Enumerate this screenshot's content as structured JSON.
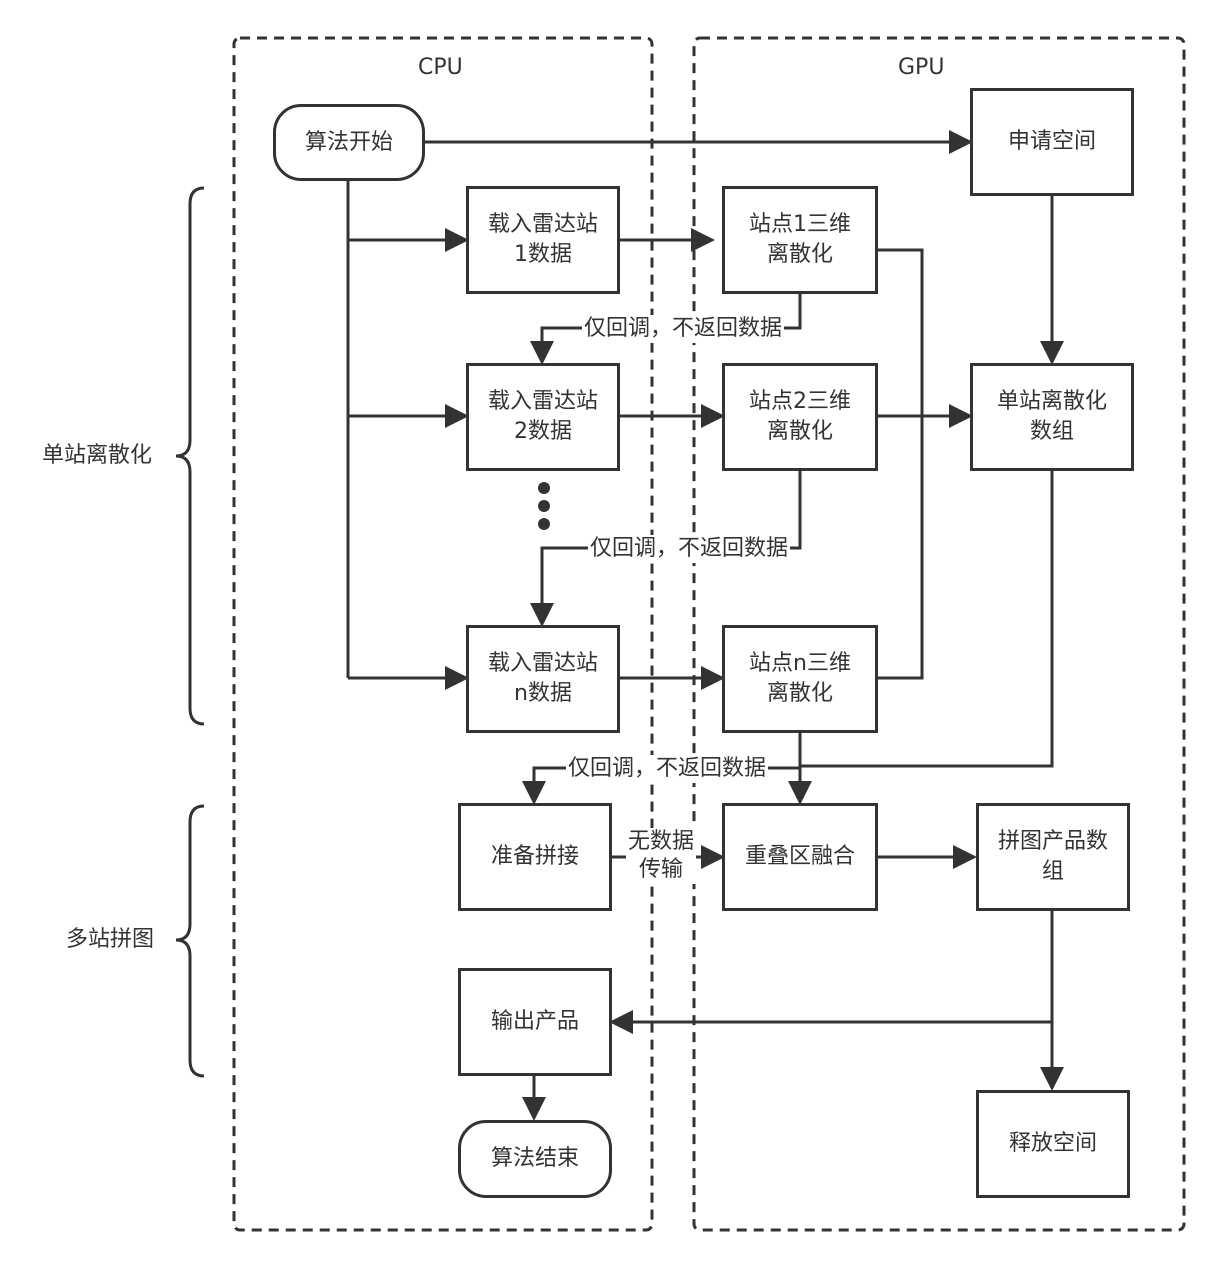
{
  "lanes": {
    "cpu": "CPU",
    "gpu": "GPU"
  },
  "phases": {
    "single": "单站离散化",
    "multi": "多站拼图"
  },
  "nodes": {
    "start": "算法开始",
    "load1": "载入雷达站\n1数据",
    "load2": "载入雷达站\n2数据",
    "loadn": "载入雷达站\nn数据",
    "prepare": "准备拼接",
    "output": "输出产品",
    "end": "算法结束",
    "alloc": "申请空间",
    "disc1": "站点1三维\n离散化",
    "disc2": "站点2三维\n离散化",
    "discn": "站点n三维\n离散化",
    "single_array": "单站离散化\n数组",
    "overlap": "重叠区融合",
    "mosaic_array": "拼图产品数\n组",
    "release": "释放空间"
  },
  "edge_labels": {
    "callback1": "仅回调，不返回数据",
    "callback2": "仅回调，不返回数据",
    "callback3": "仅回调，不返回数据",
    "no_transfer": "无数据\n传输"
  },
  "colors": {
    "stroke": "#333333",
    "background": "#ffffff"
  }
}
